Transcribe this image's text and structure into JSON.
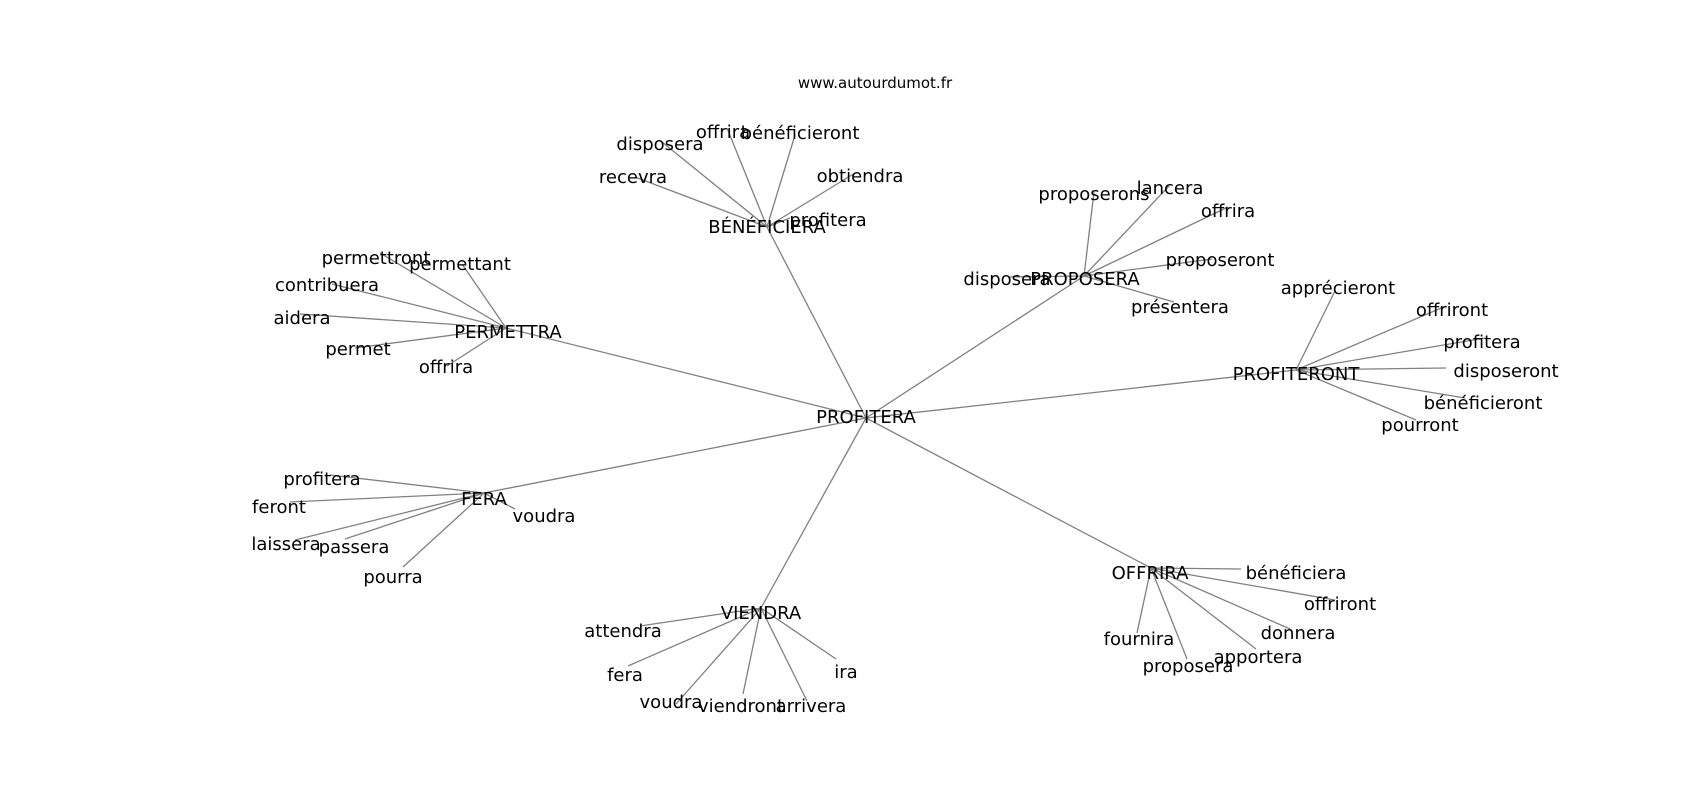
{
  "site": "www.autourdumot.fr",
  "center": "PROFITERA",
  "clusters": [
    {
      "hub": "BÉNÉFICIERA",
      "leaves": [
        "recevra",
        "disposera",
        "offrira",
        "bénéficieront",
        "obtiendra",
        "profitera"
      ]
    },
    {
      "hub": "PERMETTRA",
      "leaves": [
        "permettront",
        "permettant",
        "contribuera",
        "aidera",
        "permet",
        "offrira"
      ]
    },
    {
      "hub": "PROPOSERA",
      "leaves": [
        "proposerons",
        "lancera",
        "offrira",
        "proposeront",
        "disposera",
        "présentera"
      ]
    },
    {
      "hub": "PROFITERONT",
      "leaves": [
        "apprécieront",
        "offriront",
        "profitera",
        "disposeront",
        "bénéficieront",
        "pourront"
      ]
    },
    {
      "hub": "FERA",
      "leaves": [
        "profitera",
        "feront",
        "laissera",
        "passera",
        "pourra",
        "voudra"
      ]
    },
    {
      "hub": "VIENDRA",
      "leaves": [
        "attendra",
        "fera",
        "voudra",
        "viendront",
        "arrivera",
        "ira"
      ]
    },
    {
      "hub": "OFFRIRA",
      "leaves": [
        "bénéficiera",
        "offriront",
        "donnera",
        "apportera",
        "proposera",
        "fournira"
      ]
    }
  ]
}
